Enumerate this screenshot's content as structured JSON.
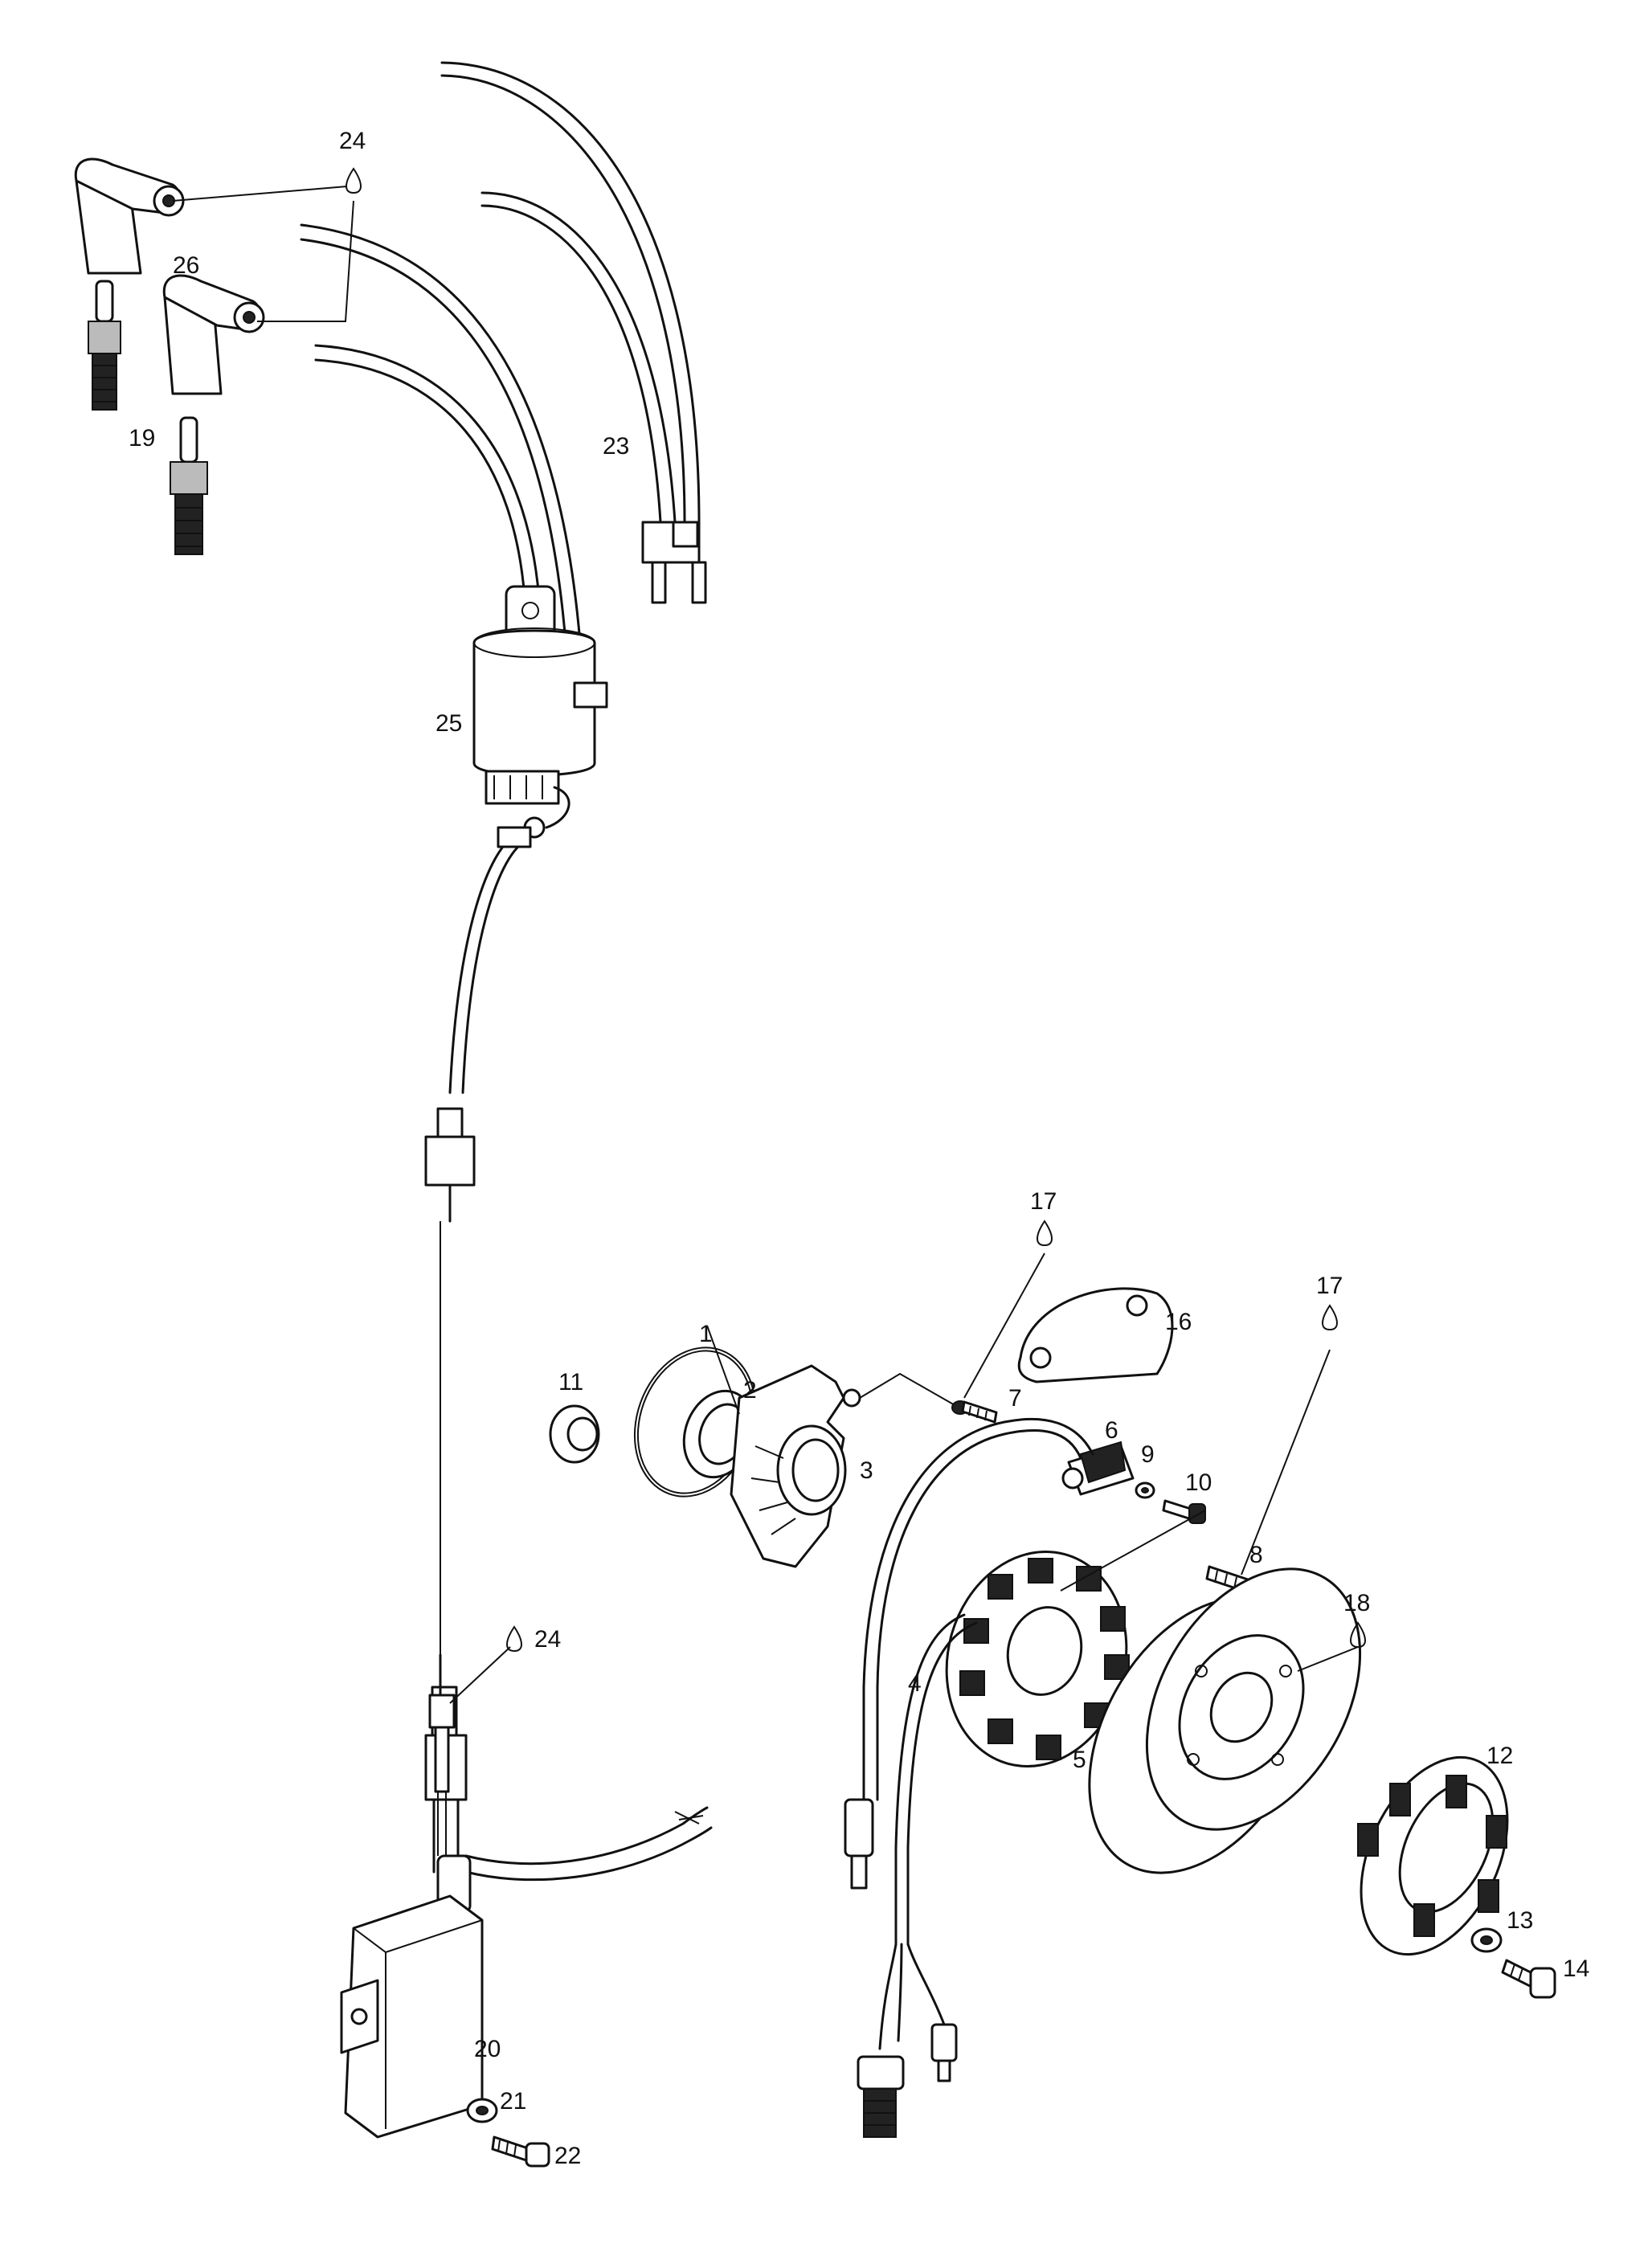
{
  "labels": {
    "n1": "1",
    "n2": "2",
    "n3": "3",
    "n4": "4",
    "n5": "5",
    "n6": "6",
    "n7": "7",
    "n8": "8",
    "n9": "9",
    "n10": "10",
    "n11": "11",
    "n12": "12",
    "n13": "13",
    "n14": "14",
    "n16": "16",
    "n17a": "17",
    "n17b": "17",
    "n18": "18",
    "n19": "19",
    "n20": "20",
    "n21": "21",
    "n22": "22",
    "n23": "23",
    "n24a": "24",
    "n24b": "24",
    "n25": "25",
    "n26": "26"
  }
}
